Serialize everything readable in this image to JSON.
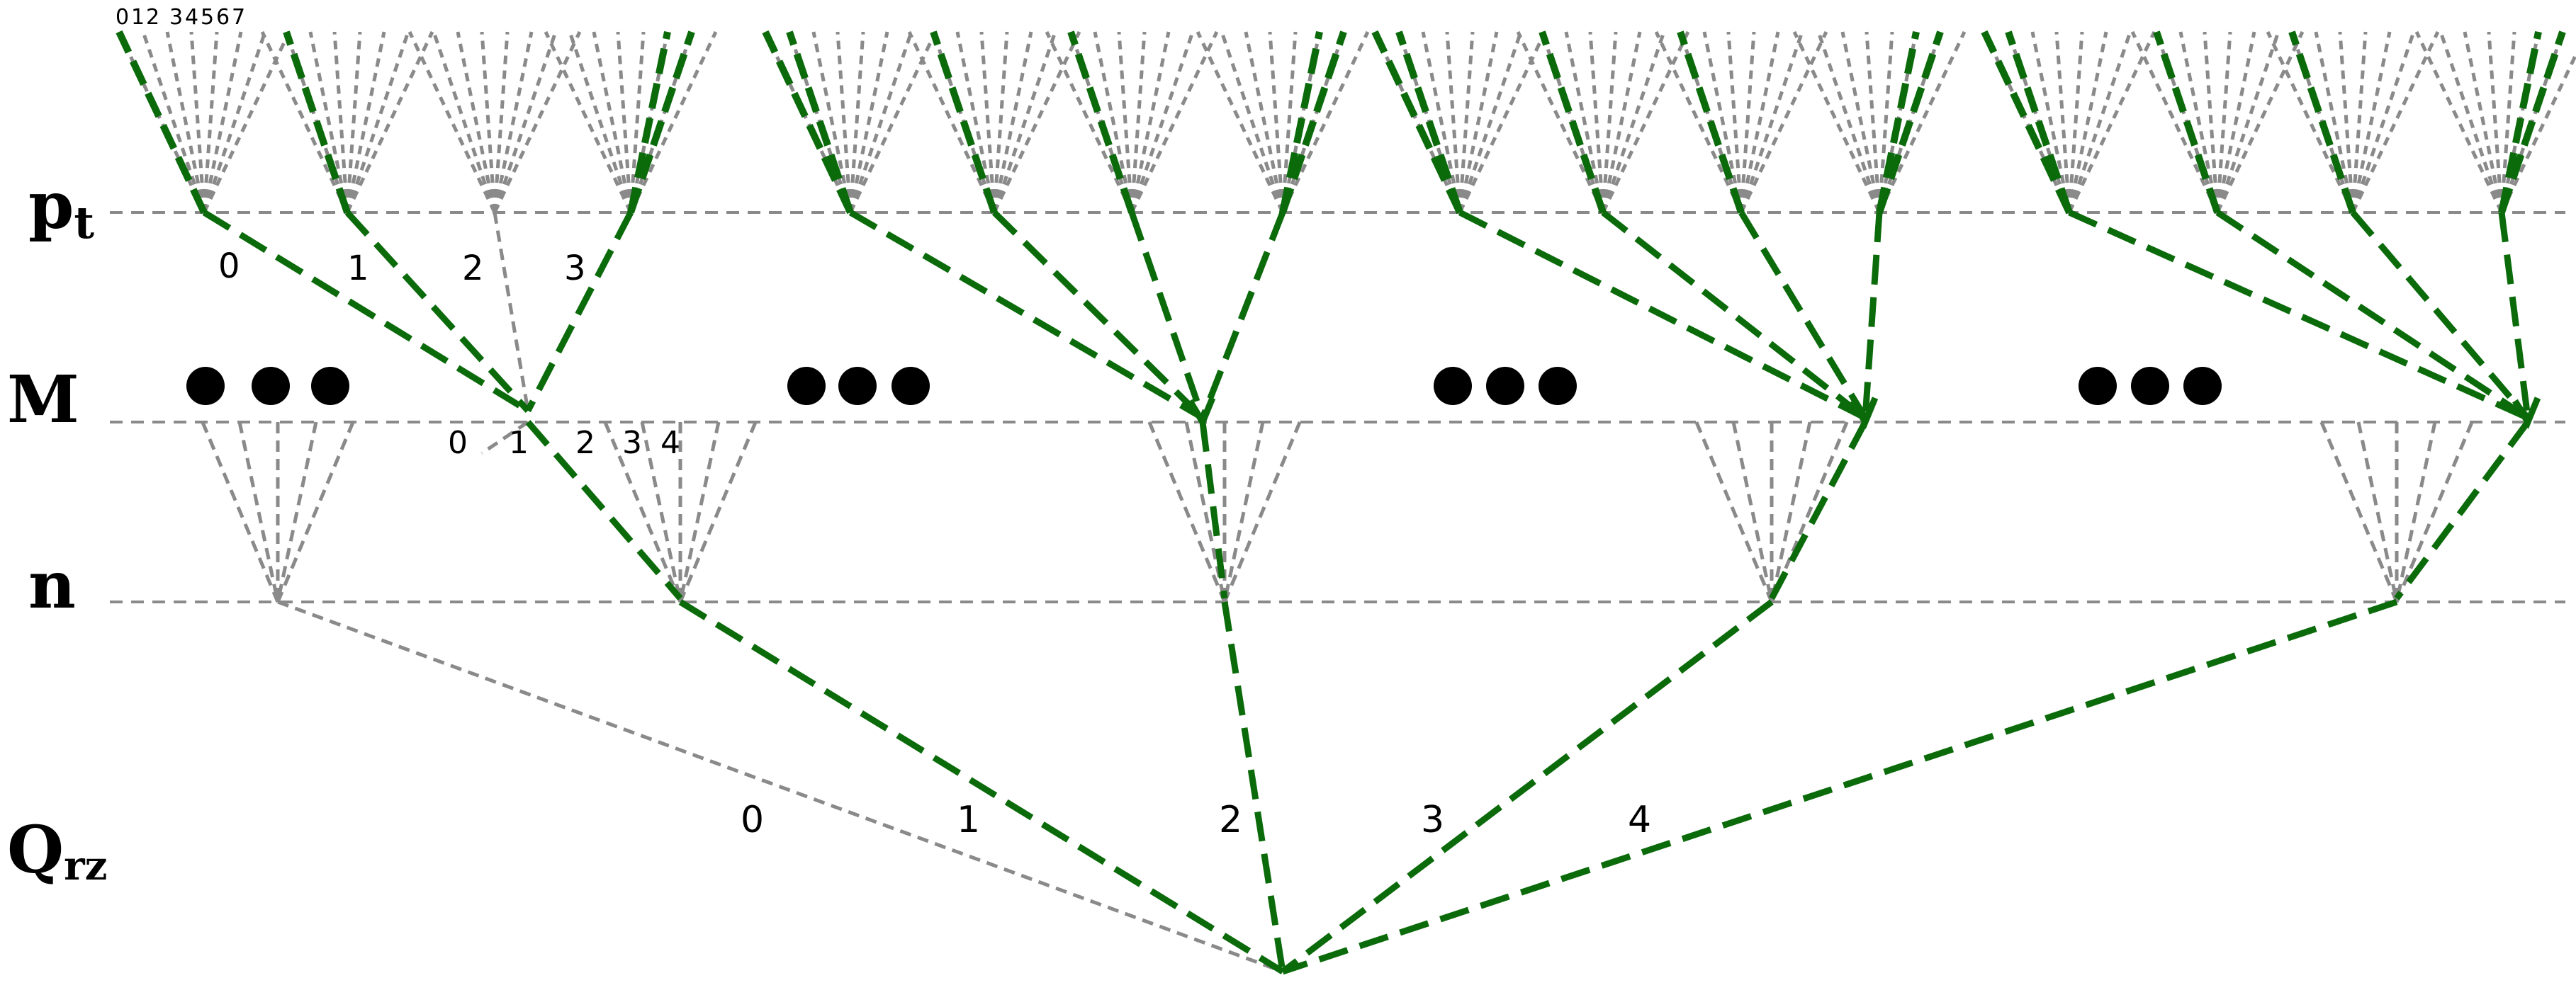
{
  "levels": {
    "pt": {
      "main": "p",
      "sub": "t"
    },
    "M": {
      "main": "M",
      "sub": ""
    },
    "n": {
      "main": "n",
      "sub": ""
    },
    "Qrz": {
      "main": "Q",
      "sub": "rz"
    }
  },
  "pt_branch_labels": [
    "0",
    "1",
    "2",
    "3"
  ],
  "M_branch_labels": [
    "0",
    "1",
    "2",
    "3",
    "4"
  ],
  "Q_branch_labels": [
    "0",
    "1",
    "2",
    "3",
    "4"
  ],
  "top_fan_labels": [
    "0",
    "1",
    "2",
    "3",
    "4",
    "5",
    "6",
    "7"
  ],
  "ellipsis": "●●●",
  "colors": {
    "highlight": "#0b6b0b",
    "default": "#8a8a8a",
    "text": "#000000"
  }
}
